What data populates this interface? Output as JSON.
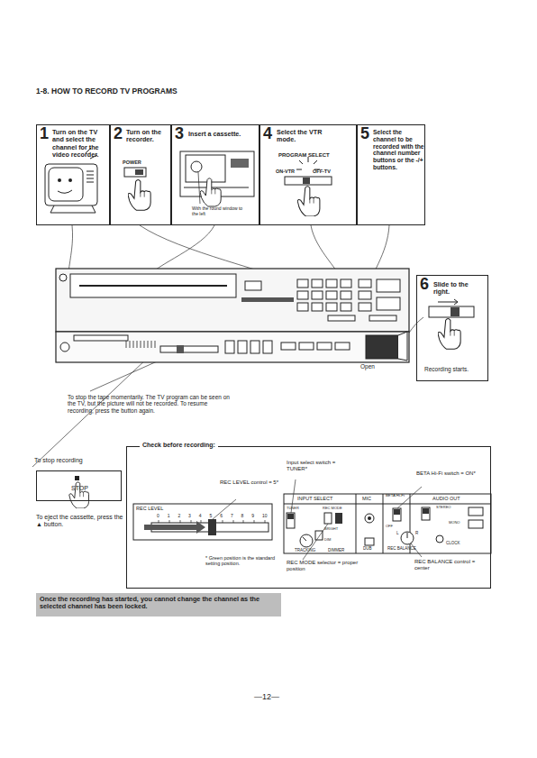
{
  "diagram": {
    "title": "1-8. HOW TO RECORD TV PROGRAMS",
    "nodes": [
      {
        "text": [
          "1",
          "Turn on the TV and select the channel for the video recorder."
        ]
      },
      {
        "text": [
          "2",
          "Turn on the recorder.",
          "POWER"
        ]
      },
      {
        "text": [
          "3",
          "Insert a cassette.",
          "With the round window to the left"
        ]
      },
      {
        "text": [
          "4",
          "Select the VTR mode.",
          "PROGRAM SELECT",
          "ON-VTR",
          "OFF-TV"
        ]
      },
      {
        "text": [
          "5",
          "Select the channel to be recorded with the channel number buttons or the -/+ buttons."
        ]
      },
      {
        "text": [
          "6",
          "Slide to the right.",
          "Recording starts."
        ]
      },
      {
        "text": [
          "Check before recording:"
        ]
      },
      {
        "text": [
          "STOP"
        ]
      },
      {
        "text": [
          "Once the recording has started, you cannot change the channel as the selected channel has been locked."
        ]
      }
    ],
    "labels": [
      "To stop the tape momentarily. The TV program can be seen on the TV, but the picture will not be recorded. To resume recording, press the button again.",
      "Open",
      "To stop recording",
      "To eject the cassette, press the ▲ button.",
      "Input select switch = TUNER*",
      "BETA Hi-Fi switch = ON*",
      "REC LEVEL control = 5*",
      "REC LEVEL",
      "0",
      "1",
      "2",
      "3",
      "4",
      "5",
      "6",
      "7",
      "8",
      "9",
      "10",
      "* Green position is the standard setting position.",
      "INPUT SELECT",
      "MIC",
      "BETA Hi-Fi",
      "AUDIO OUT",
      "TUNER",
      "REC MODE",
      "DUB",
      "BRIGHT",
      "DIM",
      "TRACKING",
      "DIMMER",
      "CLOCK",
      "REC BALANCE",
      "REC MODE selector = proper position",
      "REC BALANCE control = center",
      "—12—",
      "OFF",
      "STEREO",
      "MONO",
      "L",
      "R"
    ]
  }
}
